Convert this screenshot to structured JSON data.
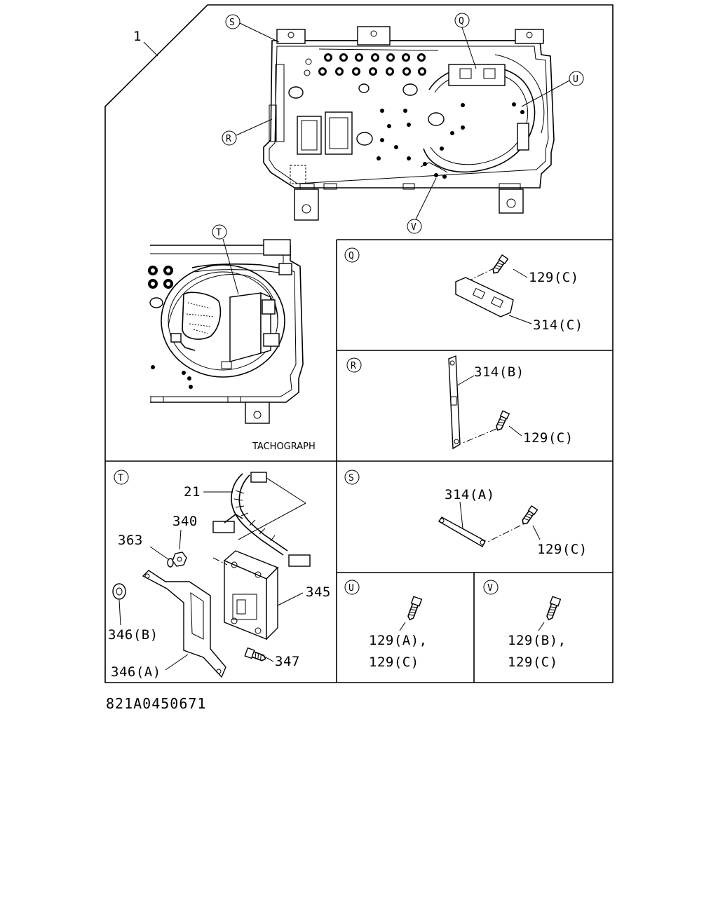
{
  "diagram": {
    "main_label": "1",
    "tachograph_caption": "TACHOGRAPH",
    "drawing_code": "821A0450671",
    "callouts": {
      "S": "S",
      "Q": "Q",
      "U": "U",
      "R": "R",
      "V": "V",
      "T": "T"
    },
    "panel_Q": {
      "id": "Q",
      "parts": [
        "129(C)",
        "314(C)"
      ]
    },
    "panel_R": {
      "id": "R",
      "parts": [
        "314(B)",
        "129(C)"
      ]
    },
    "panel_S": {
      "id": "S",
      "parts": [
        "314(A)",
        "129(C)"
      ]
    },
    "panel_T": {
      "id": "T",
      "parts": [
        "21",
        "340",
        "363",
        "345",
        "346(B)",
        "347",
        "346(A)"
      ]
    },
    "panel_U": {
      "id": "U",
      "parts": [
        "129(A),",
        "129(C)"
      ]
    },
    "panel_V": {
      "id": "V",
      "parts": [
        "129(B),",
        "129(C)"
      ]
    }
  }
}
